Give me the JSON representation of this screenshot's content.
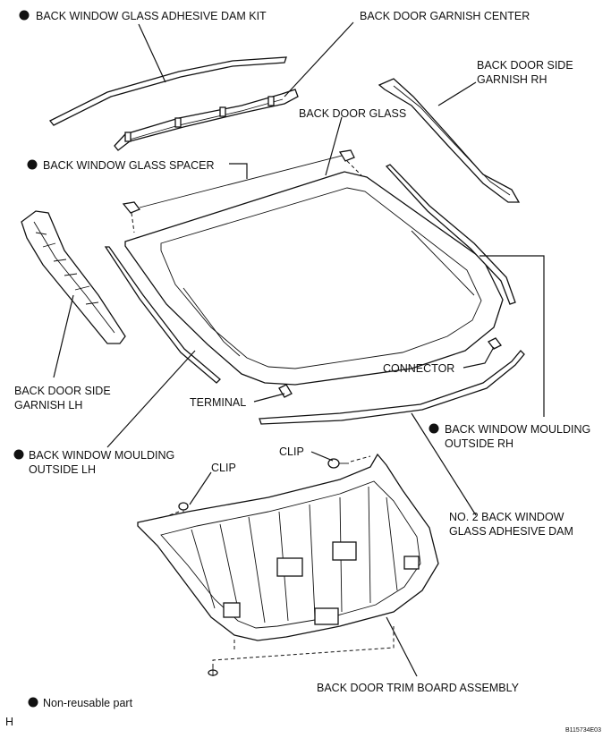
{
  "labels": {
    "adhesive_dam_kit": "BACK WINDOW GLASS ADHESIVE DAM KIT",
    "garnish_center": "BACK DOOR GARNISH CENTER",
    "side_garnish_rh_1": "BACK DOOR SIDE",
    "side_garnish_rh_2": "GARNISH RH",
    "back_door_glass": "BACK DOOR GLASS",
    "glass_spacer": "BACK WINDOW GLASS SPACER",
    "side_garnish_lh_1": "BACK DOOR SIDE",
    "side_garnish_lh_2": "GARNISH LH",
    "connector": "CONNECTOR",
    "terminal": "TERMINAL",
    "moulding_rh_1": "BACK WINDOW MOULDING",
    "moulding_rh_2": "OUTSIDE RH",
    "moulding_lh_1": "BACK WINDOW MOULDING",
    "moulding_lh_2": "OUTSIDE  LH",
    "clip_right": "CLIP",
    "clip_left": "CLIP",
    "no2_dam_1": "NO. 2 BACK WINDOW",
    "no2_dam_2": "GLASS ADHESIVE DAM",
    "trim_board": "BACK DOOR TRIM BOARD ASSEMBLY"
  },
  "legend": {
    "non_reusable": "Non-reusable part"
  },
  "footer": {
    "left_mark": "H",
    "figure_code": "B115734E03"
  }
}
